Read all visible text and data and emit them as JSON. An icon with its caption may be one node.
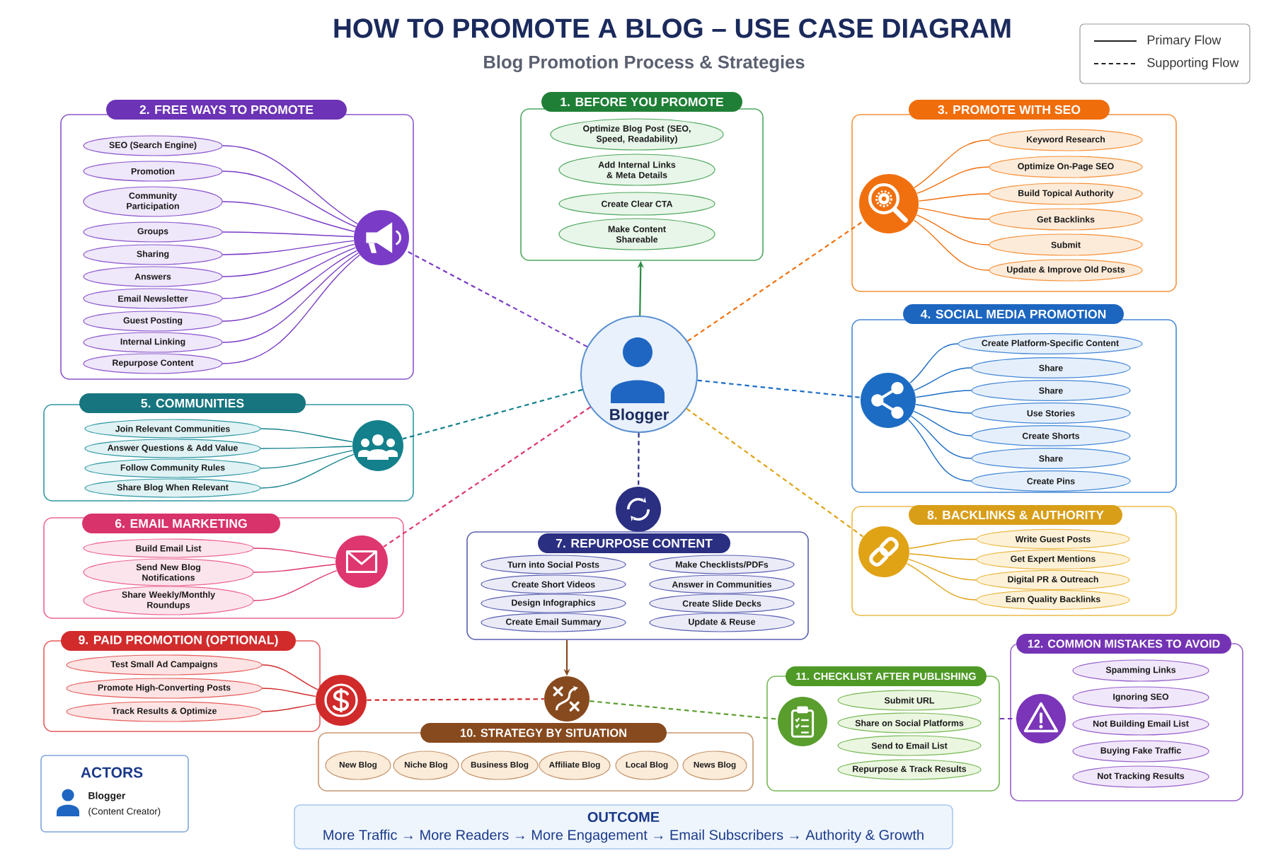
{
  "diagram": {
    "title": "HOW TO PROMOTE A BLOG – USE CASE DIAGRAM",
    "labels": [
      "Blog Promotion Process & Strategies"
    ],
    "legend": [
      {
        "text": "Primary Flow"
      },
      {
        "text": "Supporting Flow"
      }
    ],
    "nodes": [
      {
        "text": [
          "Blogger"
        ]
      },
      {
        "text": [
          "1. BEFORE YOU PROMOTE"
        ]
      },
      {
        "text": [
          "Optimize Blog Post (SEO, Speed, Readability)"
        ],
        "in": 1
      },
      {
        "text": [
          "Add Internal Links & Meta Details"
        ],
        "in": 1
      },
      {
        "text": [
          "Create Clear CTA"
        ],
        "in": 1
      },
      {
        "text": [
          "Make Content Shareable"
        ],
        "in": 1
      },
      {
        "text": [
          "2. FREE WAYS TO PROMOTE"
        ]
      },
      {
        "text": [],
        "shape": "circle",
        "in": 6
      },
      {
        "text": [
          "SEO (Search Engine)"
        ],
        "in": 6
      },
      {
        "text": [
          "Promotion"
        ],
        "in": 6
      },
      {
        "text": [
          "Community Participation"
        ],
        "in": 6
      },
      {
        "text": [
          "Groups"
        ],
        "in": 6
      },
      {
        "text": [
          "Sharing"
        ],
        "in": 6
      },
      {
        "text": [
          "Answers"
        ],
        "in": 6
      },
      {
        "text": [
          "Email Newsletter"
        ],
        "in": 6
      },
      {
        "text": [
          "Guest Posting"
        ],
        "in": 6
      },
      {
        "text": [
          "Internal Linking"
        ],
        "in": 6
      },
      {
        "text": [
          "Repurpose Content"
        ],
        "in": 6
      },
      {
        "text": [
          "3. PROMOTE WITH SEO"
        ]
      },
      {
        "text": [],
        "shape": "circle",
        "in": 18
      },
      {
        "text": [
          "Keyword Research"
        ],
        "in": 18
      },
      {
        "text": [
          "Optimize On-Page SEO"
        ],
        "in": 18
      },
      {
        "text": [
          "Build Topical Authority"
        ],
        "in": 18
      },
      {
        "text": [
          "Get Backlinks"
        ],
        "in": 18
      },
      {
        "text": [
          "Submit"
        ],
        "in": 18
      },
      {
        "text": [
          "Update & Improve Old Posts"
        ],
        "in": 18
      },
      {
        "text": [
          "4. SOCIAL MEDIA PROMOTION"
        ]
      },
      {
        "text": [],
        "shape": "circle",
        "in": 26
      },
      {
        "text": [
          "Create Platform-Specific Content"
        ],
        "in": 26
      },
      {
        "text": [
          "Share"
        ],
        "in": 26
      },
      {
        "text": [
          "Share"
        ],
        "in": 26
      },
      {
        "text": [
          "Use Stories"
        ],
        "in": 26
      },
      {
        "text": [
          "Create Shorts"
        ],
        "in": 26
      },
      {
        "text": [
          "Share"
        ],
        "in": 26
      },
      {
        "text": [
          "Create Pins"
        ],
        "in": 26
      },
      {
        "text": [
          "5. COMMUNITIES"
        ]
      },
      {
        "text": [],
        "shape": "circle",
        "in": 35
      },
      {
        "text": [
          "Join Relevant Communities"
        ],
        "in": 35
      },
      {
        "text": [
          "Answer Questions & Add Value"
        ],
        "in": 35
      },
      {
        "text": [
          "Follow Community Rules"
        ],
        "in": 35
      },
      {
        "text": [
          "Share Blog When Relevant"
        ],
        "in": 35
      },
      {
        "text": [
          "6. EMAIL MARKETING"
        ]
      },
      {
        "text": [],
        "shape": "circle",
        "in": 41
      },
      {
        "text": [
          "Build Email List"
        ],
        "in": 41
      },
      {
        "text": [
          "Send New Blog Notifications"
        ],
        "in": 41
      },
      {
        "text": [
          "Share Weekly/Monthly Roundups"
        ],
        "in": 41
      },
      {
        "text": [],
        "shape": "circle"
      },
      {
        "text": [
          "7. REPURPOSE CONTENT"
        ]
      },
      {
        "text": [
          "Turn into Social Posts"
        ],
        "in": 47
      },
      {
        "text": [
          "Make Checklists/PDFs"
        ],
        "in": 47
      },
      {
        "text": [
          "Create Short Videos"
        ],
        "in": 47
      },
      {
        "text": [
          "Answer in Communities"
        ],
        "in": 47
      },
      {
        "text": [
          "Design Infographics"
        ],
        "in": 47
      },
      {
        "text": [
          "Create Slide Decks"
        ],
        "in": 47
      },
      {
        "text": [
          "Create Email Summary"
        ],
        "in": 47
      },
      {
        "text": [
          "Update & Reuse"
        ],
        "in": 47
      },
      {
        "text": [
          "8. BACKLINKS & AUTHORITY"
        ]
      },
      {
        "text": [],
        "shape": "circle",
        "in": 56
      },
      {
        "text": [
          "Write Guest Posts"
        ],
        "in": 56
      },
      {
        "text": [
          "Get Expert Mentions"
        ],
        "in": 56
      },
      {
        "text": [
          "Digital PR & Outreach"
        ],
        "in": 56
      },
      {
        "text": [
          "Earn Quality Backlinks"
        ],
        "in": 56
      },
      {
        "text": [
          "9. PAID PROMOTION (OPTIONAL)"
        ]
      },
      {
        "text": [],
        "shape": "circle"
      },
      {
        "text": [
          "Test Small Ad Campaigns"
        ],
        "in": 62
      },
      {
        "text": [
          "Promote High-Converting Posts"
        ],
        "in": 62
      },
      {
        "text": [
          "Track Results & Optimize"
        ],
        "in": 62
      },
      {
        "text": [],
        "shape": "circle"
      },
      {
        "text": [
          "10. STRATEGY BY SITUATION"
        ]
      },
      {
        "text": [
          "New Blog"
        ],
        "in": 68
      },
      {
        "text": [
          "Niche Blog"
        ],
        "in": 68
      },
      {
        "text": [
          "Business Blog"
        ],
        "in": 68
      },
      {
        "text": [
          "Affiliate Blog"
        ],
        "in": 68
      },
      {
        "text": [
          "Local Blog"
        ],
        "in": 68
      },
      {
        "text": [
          "News Blog"
        ],
        "in": 68
      },
      {
        "text": [
          "11. CHECKLIST AFTER PUBLISHING"
        ]
      },
      {
        "text": [],
        "shape": "circle",
        "in": 75
      },
      {
        "text": [
          "Submit URL"
        ],
        "in": 75
      },
      {
        "text": [
          "Share on Social Platforms"
        ],
        "in": 75
      },
      {
        "text": [
          "Send to Email List"
        ],
        "in": 75
      },
      {
        "text": [
          "Repurpose & Track Results"
        ],
        "in": 75
      },
      {
        "text": [
          "12. COMMON MISTAKES TO AVOID"
        ]
      },
      {
        "text": [],
        "shape": "circle",
        "in": 81
      },
      {
        "text": [
          "Spamming Links"
        ],
        "in": 81
      },
      {
        "text": [
          "Ignoring SEO"
        ],
        "in": 81
      },
      {
        "text": [
          "Not Building Email List"
        ],
        "in": 81
      },
      {
        "text": [
          "Buying Fake Traffic"
        ],
        "in": 81
      },
      {
        "text": [
          "Not Tracking Results"
        ],
        "in": 81
      },
      {
        "text": [
          "ACTORS",
          "Blogger",
          "(Content Creator)"
        ]
      },
      {
        "text": [
          "OUTCOME",
          "More Traffic → More Readers → More Engagement → Email Subscribers → Authority & Growth"
        ]
      }
    ],
    "edges": [
      {
        "from": 0,
        "to": 1,
        "arrow": "to",
        "color": "#2e8b46"
      },
      {
        "from": 0,
        "to": 7,
        "arrow": "none",
        "style": "dashed",
        "color": "#7a3cc6"
      },
      {
        "from": 0,
        "to": 19,
        "arrow": "none",
        "style": "dashed",
        "color": "#f0700f"
      },
      {
        "from": 0,
        "to": 27,
        "arrow": "none",
        "style": "dashed",
        "color": "#1c6cc4"
      },
      {
        "from": 0,
        "to": 36,
        "arrow": "none",
        "style": "dashed",
        "color": "#13808b"
      },
      {
        "from": 0,
        "to": 42,
        "arrow": "none",
        "style": "dashed",
        "color": "#de366f"
      },
      {
        "from": 0,
        "to": 57,
        "arrow": "none",
        "style": "dashed",
        "color": "#e0a316"
      },
      {
        "from": 0,
        "to": 46,
        "arrow": "none",
        "style": "dashed",
        "color": "#2a2f82"
      },
      {
        "from": 47,
        "to": 67,
        "arrow": "to",
        "color": "#874a1e"
      },
      {
        "from": 63,
        "to": 67,
        "arrow": "none",
        "style": "dashed",
        "color": "#d02a2a"
      },
      {
        "from": 67,
        "to": 76,
        "arrow": "none",
        "style": "dashed",
        "color": "#5a9e2e"
      },
      {
        "from": 75,
        "to": 82,
        "arrow": "none",
        "style": "dashed",
        "color": "#7a35b8"
      },
      {
        "from": 7,
        "to": 8,
        "arrow": "none",
        "color": "#7a3cc6"
      },
      {
        "from": 7,
        "to": 9,
        "arrow": "none",
        "color": "#7a3cc6"
      },
      {
        "from": 7,
        "to": 10,
        "arrow": "none",
        "color": "#7a3cc6"
      },
      {
        "from": 7,
        "to": 11,
        "arrow": "none",
        "color": "#7a3cc6"
      },
      {
        "from": 7,
        "to": 12,
        "arrow": "none",
        "color": "#7a3cc6"
      },
      {
        "from": 7,
        "to": 13,
        "arrow": "none",
        "color": "#7a3cc6"
      },
      {
        "from": 7,
        "to": 14,
        "arrow": "none",
        "color": "#7a3cc6"
      },
      {
        "from": 7,
        "to": 15,
        "arrow": "none",
        "color": "#7a3cc6"
      },
      {
        "from": 7,
        "to": 16,
        "arrow": "none",
        "color": "#7a3cc6"
      },
      {
        "from": 7,
        "to": 17,
        "arrow": "none",
        "color": "#7a3cc6"
      },
      {
        "from": 19,
        "to": 20,
        "arrow": "none",
        "color": "#f0700f"
      },
      {
        "from": 19,
        "to": 21,
        "arrow": "none",
        "color": "#f0700f"
      },
      {
        "from": 19,
        "to": 22,
        "arrow": "none",
        "color": "#f0700f"
      },
      {
        "from": 19,
        "to": 23,
        "arrow": "none",
        "color": "#f0700f"
      },
      {
        "from": 19,
        "to": 24,
        "arrow": "none",
        "color": "#f0700f"
      },
      {
        "from": 19,
        "to": 25,
        "arrow": "none",
        "color": "#f0700f"
      },
      {
        "from": 27,
        "to": 28,
        "arrow": "none",
        "color": "#1c6cc4"
      },
      {
        "from": 27,
        "to": 29,
        "arrow": "none",
        "color": "#1c6cc4"
      },
      {
        "from": 27,
        "to": 30,
        "arrow": "none",
        "color": "#1c6cc4"
      },
      {
        "from": 27,
        "to": 31,
        "arrow": "none",
        "color": "#1c6cc4"
      },
      {
        "from": 27,
        "to": 32,
        "arrow": "none",
        "color": "#1c6cc4"
      },
      {
        "from": 27,
        "to": 33,
        "arrow": "none",
        "color": "#1c6cc4"
      },
      {
        "from": 27,
        "to": 34,
        "arrow": "none",
        "color": "#1c6cc4"
      },
      {
        "from": 36,
        "to": 37,
        "arrow": "none",
        "color": "#13808b"
      },
      {
        "from": 36,
        "to": 38,
        "arrow": "none",
        "color": "#13808b"
      },
      {
        "from": 36,
        "to": 39,
        "arrow": "none",
        "color": "#13808b"
      },
      {
        "from": 36,
        "to": 40,
        "arrow": "none",
        "color": "#13808b"
      },
      {
        "from": 42,
        "to": 43,
        "arrow": "none",
        "color": "#de366f"
      },
      {
        "from": 42,
        "to": 44,
        "arrow": "none",
        "color": "#de366f"
      },
      {
        "from": 42,
        "to": 45,
        "arrow": "none",
        "color": "#de366f"
      },
      {
        "from": 57,
        "to": 58,
        "arrow": "none",
        "color": "#e0a316"
      },
      {
        "from": 57,
        "to": 59,
        "arrow": "none",
        "color": "#e0a316"
      },
      {
        "from": 57,
        "to": 60,
        "arrow": "none",
        "color": "#e0a316"
      },
      {
        "from": 57,
        "to": 61,
        "arrow": "none",
        "color": "#e0a316"
      },
      {
        "from": 63,
        "to": 64,
        "arrow": "none",
        "color": "#d02a2a"
      },
      {
        "from": 63,
        "to": 65,
        "arrow": "none",
        "color": "#d02a2a"
      },
      {
        "from": 63,
        "to": 66,
        "arrow": "none",
        "color": "#d02a2a"
      }
    ]
  }
}
